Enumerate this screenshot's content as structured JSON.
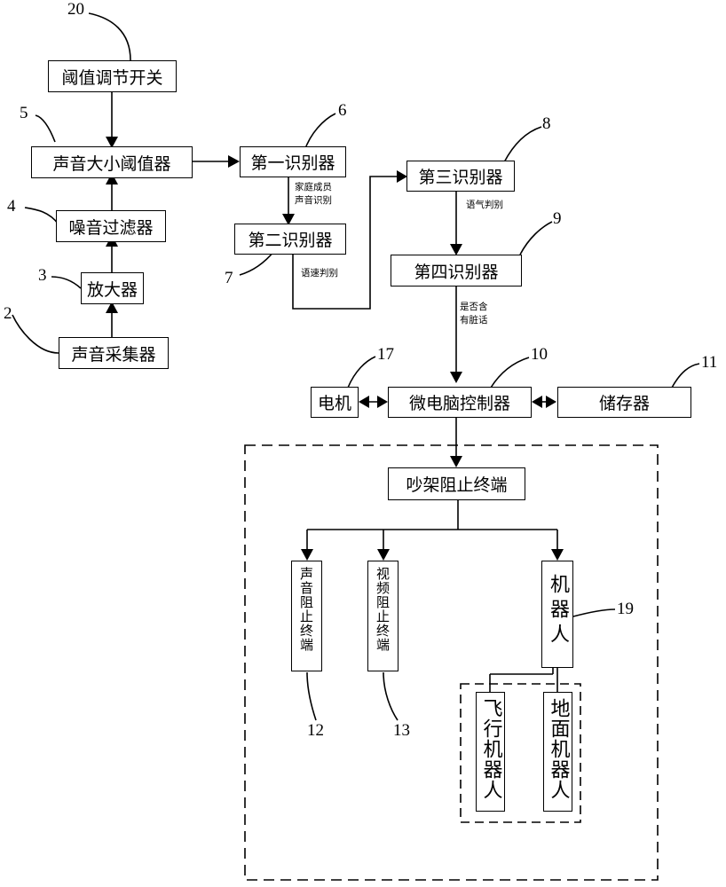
{
  "boxes": {
    "threshold_switch": "阈值调节开关",
    "volume_threshold": "声音大小阈值器",
    "noise_filter": "噪音过滤器",
    "amplifier": "放大器",
    "sound_collector": "声音采集器",
    "first_recognizer": "第一识别器",
    "second_recognizer": "第二识别器",
    "third_recognizer": "第三识别器",
    "fourth_recognizer": "第四识别器",
    "motor": "电机",
    "microcontroller": "微电脑控制器",
    "storage": "储存器",
    "quarrel_terminal": "吵架阻止终端",
    "sound_terminal": "声音阻止终端",
    "video_terminal": "视频阻止终端",
    "robot": "机器人",
    "flying_robot": "飞行机器人",
    "ground_robot": "地面机器人"
  },
  "edge_labels": {
    "family_voice_1": "家庭成员",
    "family_voice_2": "声音识别",
    "speech_rate": "语速判别",
    "tone": "语气判别",
    "dirty_words_1": "是否含",
    "dirty_words_2": "有脏话"
  },
  "numbers": {
    "n20": "20",
    "n5": "5",
    "n4": "4",
    "n3": "3",
    "n2": "2",
    "n6": "6",
    "n7": "7",
    "n8": "8",
    "n9": "9",
    "n17": "17",
    "n10": "10",
    "n11": "11",
    "n19": "19",
    "n12": "12",
    "n13": "13"
  }
}
